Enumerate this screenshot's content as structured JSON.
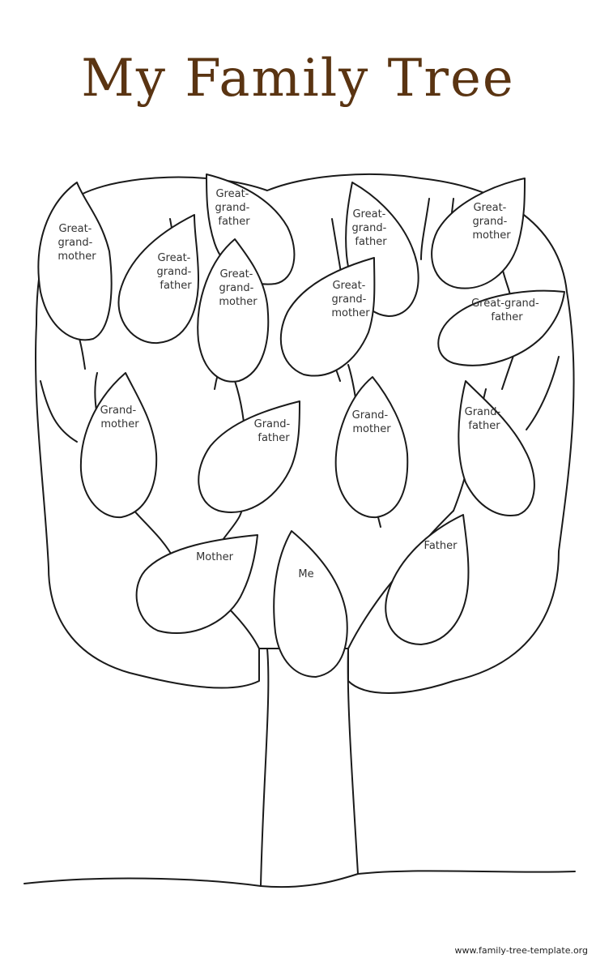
{
  "title": "My Family Tree",
  "footer": "www.family-tree-template.org",
  "colors": {
    "title": "#5a3412",
    "line": "#1a1a1a",
    "label": "#333333"
  },
  "leaves": [
    {
      "id": "ggm-1",
      "lines": [
        "Great-",
        "grand-",
        "mother"
      ]
    },
    {
      "id": "ggf-1",
      "lines": [
        "Great-",
        "grand-",
        "father"
      ]
    },
    {
      "id": "ggf-2",
      "lines": [
        "Great-",
        "grand-",
        "father"
      ]
    },
    {
      "id": "ggm-2",
      "lines": [
        "Great-",
        "grand-",
        "mother"
      ]
    },
    {
      "id": "ggf-3",
      "lines": [
        "Great-",
        "grand-",
        "father"
      ]
    },
    {
      "id": "ggm-3",
      "lines": [
        "Great-",
        "grand-",
        "mother"
      ]
    },
    {
      "id": "ggm-4",
      "lines": [
        "Great-",
        "grand-",
        "mother"
      ]
    },
    {
      "id": "ggf-4",
      "lines": [
        "Great-grand-",
        "father"
      ]
    },
    {
      "id": "gm-1",
      "lines": [
        "Grand-",
        "mother"
      ]
    },
    {
      "id": "gf-1",
      "lines": [
        "Grand-",
        "father"
      ]
    },
    {
      "id": "gm-2",
      "lines": [
        "Grand-",
        "mother"
      ]
    },
    {
      "id": "gf-2",
      "lines": [
        "Grand-",
        "father"
      ]
    },
    {
      "id": "mother",
      "lines": [
        "Mother"
      ]
    },
    {
      "id": "me",
      "lines": [
        "Me"
      ]
    },
    {
      "id": "father",
      "lines": [
        "Father"
      ]
    }
  ]
}
